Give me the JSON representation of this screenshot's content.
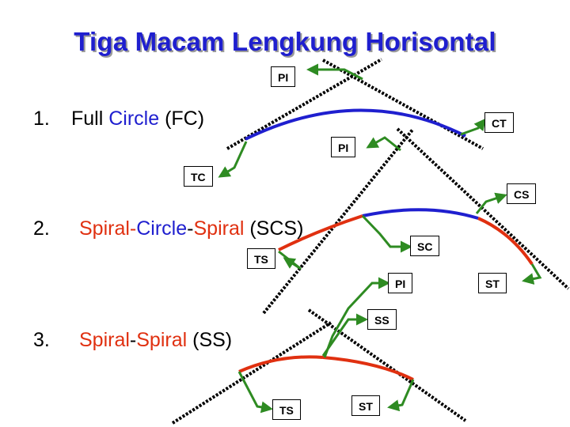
{
  "title": "Tiga Macam Lengkung Horisontal",
  "items": [
    {
      "number": "1.",
      "parts": [
        {
          "text": "Full ",
          "color": "#000000"
        },
        {
          "text": "Circle",
          "color": "#1f1fcf"
        },
        {
          "text": " (FC)",
          "color": "#000000"
        }
      ]
    },
    {
      "number": "2.",
      "parts": [
        {
          "text": "Spiral-",
          "color": "#e03010"
        },
        {
          "text": "Circle",
          "color": "#1f1fcf"
        },
        {
          "text": "-",
          "color": "#000000"
        },
        {
          "text": "Spiral",
          "color": "#e03010"
        },
        {
          "text": " (SCS)",
          "color": "#000000"
        }
      ]
    },
    {
      "number": "3.",
      "parts": [
        {
          "text": "Spiral",
          "color": "#e03010"
        },
        {
          "text": "-",
          "color": "#000000"
        },
        {
          "text": "Spiral",
          "color": "#e03010"
        },
        {
          "text": " (SS)",
          "color": "#000000"
        }
      ]
    }
  ],
  "labels": {
    "pi_1": "PI",
    "ct": "CT",
    "pi_2": "PI",
    "tc": "TC",
    "cs": "CS",
    "sc": "SC",
    "ts_1": "TS",
    "pi_3": "PI",
    "st_1": "ST",
    "ss": "SS",
    "ts_2": "TS",
    "st_2": "ST"
  },
  "colors": {
    "circle_arc": "#1f1fcf",
    "spiral_arc": "#e03010",
    "arrow": "#2e8b22",
    "tangent": "#000000",
    "title": "#1f1fcf"
  }
}
